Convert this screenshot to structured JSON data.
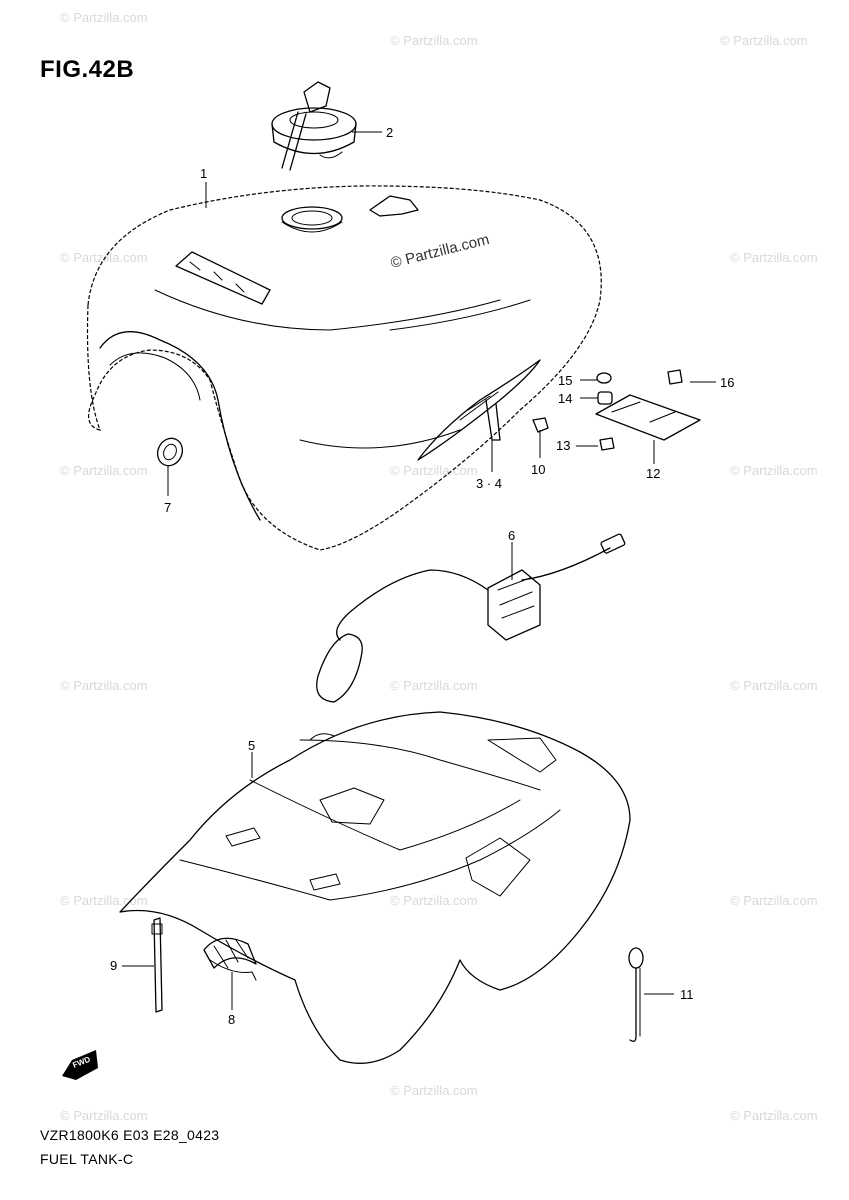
{
  "figure": {
    "title": "FIG.42B"
  },
  "footer": {
    "code": "VZR1800K6 E03 E28_0423",
    "name": "FUEL TANK-C"
  },
  "watermark": {
    "text": "© Partzilla.com"
  },
  "badge": {
    "text": "FWD"
  },
  "callouts": [
    {
      "id": "1",
      "label": "1"
    },
    {
      "id": "2",
      "label": "2"
    },
    {
      "id": "3-4",
      "label": "3 · 4"
    },
    {
      "id": "5",
      "label": "5"
    },
    {
      "id": "6",
      "label": "6"
    },
    {
      "id": "7",
      "label": "7"
    },
    {
      "id": "8",
      "label": "8"
    },
    {
      "id": "9",
      "label": "9"
    },
    {
      "id": "10",
      "label": "10"
    },
    {
      "id": "11",
      "label": "11"
    },
    {
      "id": "12",
      "label": "12"
    },
    {
      "id": "13",
      "label": "13"
    },
    {
      "id": "14",
      "label": "14"
    },
    {
      "id": "15",
      "label": "15"
    },
    {
      "id": "16",
      "label": "16"
    }
  ]
}
